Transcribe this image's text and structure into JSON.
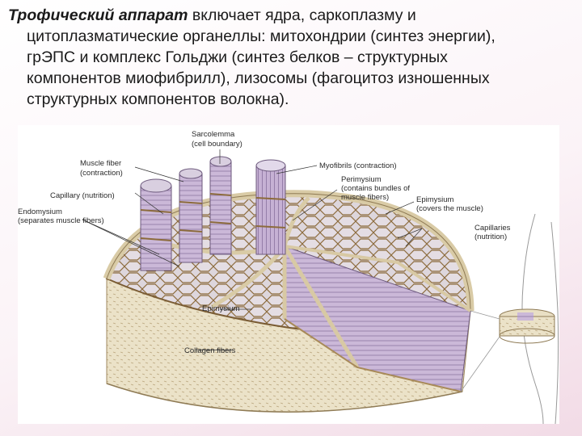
{
  "text": {
    "lead": "Трофический аппарат",
    "line1_rest": " включает ядра, саркоплазму и",
    "line2": "цитоплазматические органеллы: митохондрии (синтез энергии),",
    "line3": "грЭПС и комплекс Гольджи (синтез белков – структурных",
    "line4": "компонентов миофибрилл), лизосомы (фагоцитоз изношенных",
    "line5": "структурных компонентов волокна)."
  },
  "figure": {
    "labels": {
      "sarcolemma_1": "Sarcolemma",
      "sarcolemma_2": "(cell boundary)",
      "muscle_fiber_1": "Muscle fiber",
      "muscle_fiber_2": "(contraction)",
      "myofibrils": "Myofibrils (contraction)",
      "perimysium_1": "Perimysium",
      "perimysium_2": "(contains bundles of",
      "perimysium_3": "muscle fibers)",
      "capillary": "Capillary (nutrition)",
      "epimysium_r1": "Epimysium",
      "epimysium_r2": "(covers the muscle)",
      "endomysium_1": "Endomysium",
      "endomysium_2": "(separates muscle fibers)",
      "capillaries_1": "Capillaries",
      "capillaries_2": "(nutrition)",
      "epimysium_bottom": "Epimysium",
      "collagen": "Collagen fibers"
    },
    "colors": {
      "muscle_fiber": "#c9b6d6",
      "connective_tissue": "#e9dfc4",
      "septa": "#8a6a3a"
    }
  }
}
